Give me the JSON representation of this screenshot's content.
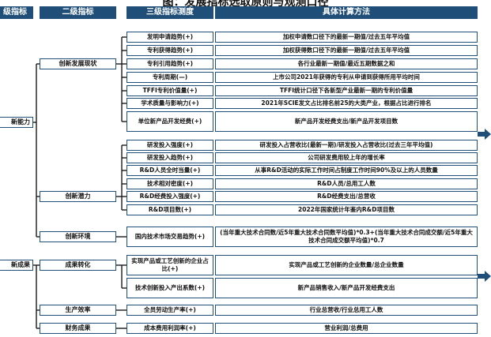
{
  "title": "图：发展指标选取原则与观测口径",
  "headers": {
    "level1": "级指标",
    "level2": "二级指标",
    "level3": "三级指标测度",
    "method": "具体计算方法"
  },
  "level1": [
    {
      "label": "新能力"
    },
    {
      "label": "新成果"
    }
  ],
  "level2": [
    {
      "label": "创新发展现状"
    },
    {
      "label": "创新潜力"
    },
    {
      "label": "创新环境"
    },
    {
      "label": "成果转化"
    },
    {
      "label": "生产效率"
    },
    {
      "label": "财务成果"
    }
  ],
  "rows": [
    {
      "measure": "发明申请趋势(+)",
      "method": "加权申请数口径下的最新一期值/过去五年平均值"
    },
    {
      "measure": "专利获得趋势(+)",
      "method": "加权获得数口径下的最新一期值/过去五年平均值"
    },
    {
      "measure": "专利引用趋势(+)",
      "method": "各行业最新一期值/最近五期数据之和"
    },
    {
      "measure": "专利周期(—)",
      "method": "上市公司2021年获得的专利从申请到获得所用平均时间"
    },
    {
      "measure": "TFFI专利价值量(+)",
      "method": "TFFI统计口径下各新型产业最新一期的专利价值量"
    },
    {
      "measure": "学术质量与影响力(+)",
      "method": "2021年SCIE发文占比排名前25的大类产业，根据占比进行排名"
    },
    {
      "measure": "单位新产品开发经费(+)",
      "method": "新产品开发经费支出/新产品开发项目数"
    },
    {
      "measure": "研发投入强度(+)",
      "method": "研发投入占营收比(最新一期)/研发投入占营收比(过去三年平均值)"
    },
    {
      "measure": "研发投入趋势(+)",
      "method": "公司研发费用较上年的增长率"
    },
    {
      "measure": "R&D人员全时当量(+)",
      "method": "从事R&D活动的实际工作时间占制度工作时间90%及以上的人员数量"
    },
    {
      "measure": "技术相对密度(+)",
      "method": "R&D人员/总用工人数"
    },
    {
      "measure": "R&D经费投入强度(+)",
      "method": "R&D经费支出/总营收"
    },
    {
      "measure": "R&D项目数(+)",
      "method": "2022年国家统计年鉴内R&D项目数"
    },
    {
      "measure": "国内技术市场交易趋势(+)",
      "method": "(当年重大技术合同数/近5年重大技术合同数平均值)*0.3+(当年重大技术合同成交额/近5年重大技术合同成交额平均值)*0.7"
    },
    {
      "measure": "实现产品或工艺创新的企业占比(+)",
      "method": "实现产品或工艺创新的企业数量/总企业数量"
    },
    {
      "measure": "技术创新投入产出系数(+)",
      "method": "新产品销售收入/新产品开发经费支出"
    },
    {
      "measure": "全员劳动生产率(+)",
      "method": "行业总营收/行业总用工人数"
    },
    {
      "measure": "成本费用利润率(+)",
      "method": "营业利润/总费用"
    }
  ],
  "colors": {
    "header": "#1f4e79",
    "border": "#1f4e79",
    "connector": "#1a1a1a",
    "arrow": "#1f4e79"
  },
  "icons": {
    "arrow_new_ability": "arrow-right-icon",
    "arrow_new_results": "arrow-right-icon"
  }
}
